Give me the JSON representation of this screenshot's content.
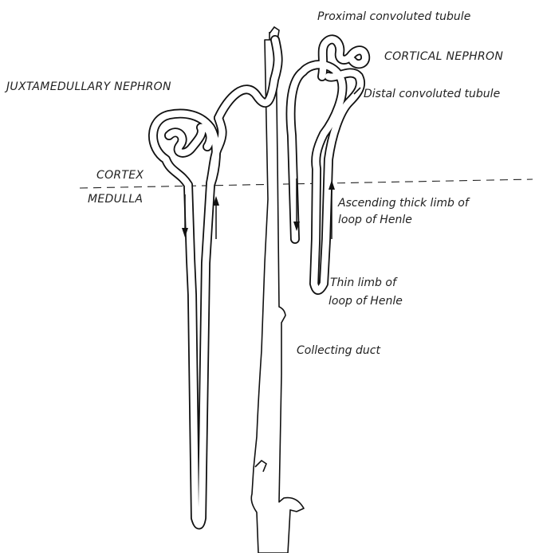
{
  "labels": {
    "proximal": "Proximal convoluted tubule",
    "cortical": "CORTICAL NEPHRON",
    "juxtamedullary": "JUXTAMEDULLARY NEPHRON",
    "distal": "Distal convoluted tubule",
    "cortex": "CORTEX",
    "medulla": "MEDULLA",
    "ascending_line1": "Ascending thick limb of",
    "ascending_line2": "loop of Henle",
    "thin_line1": "Thin limb of",
    "thin_line2": "loop of Henle",
    "collecting": "Collecting duct"
  }
}
